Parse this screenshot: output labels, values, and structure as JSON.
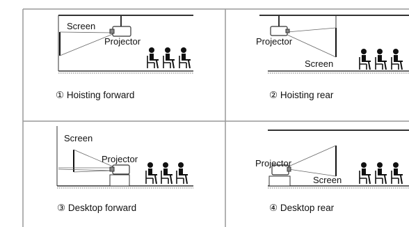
{
  "panels": [
    {
      "caption": "① Hoisting forward",
      "screen_label": "Screen",
      "projector_label": "Projector"
    },
    {
      "caption": "② Hoisting rear",
      "screen_label": "Screen",
      "projector_label": "Projector"
    },
    {
      "caption": "③ Desktop forward",
      "screen_label": "Screen",
      "projector_label": "Projector"
    },
    {
      "caption": "④ Desktop rear",
      "screen_label": "Screen",
      "projector_label": "Projector"
    }
  ]
}
